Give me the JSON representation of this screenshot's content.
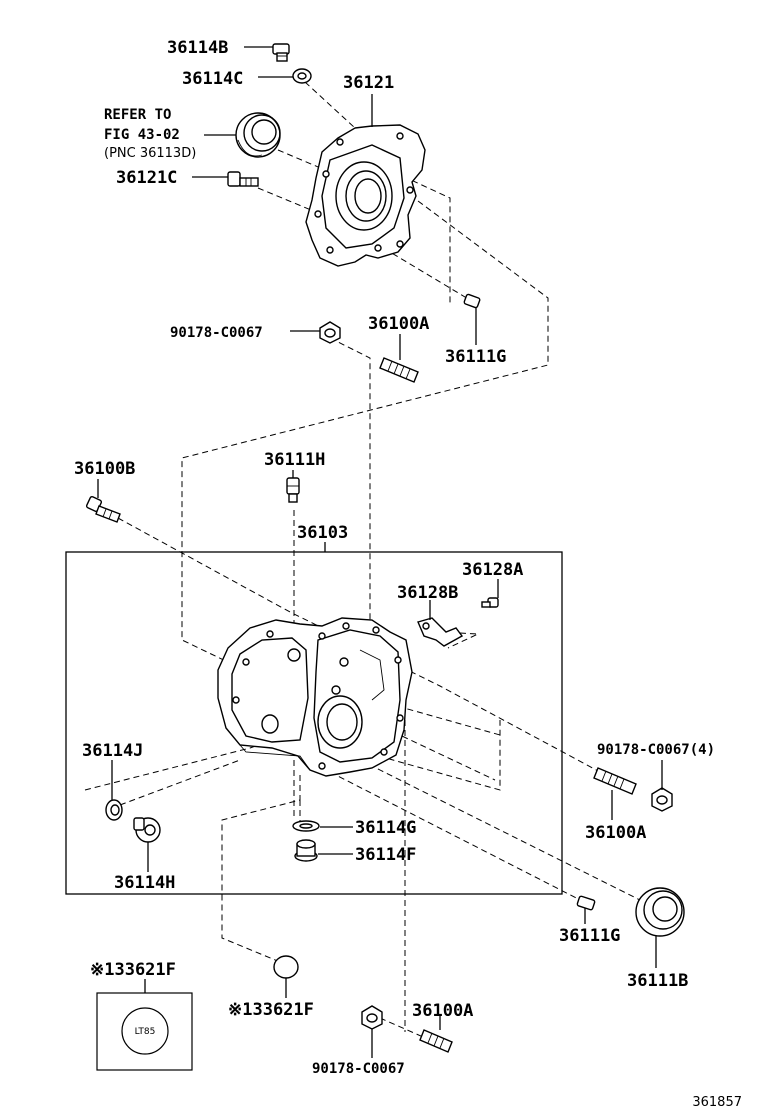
{
  "labels": {
    "p36114B_top": "36114B",
    "p36114C_top": "36114C",
    "p36121": "36121",
    "p36121C": "36121C",
    "p90178_top": "90178-C0067",
    "p36100A_top": "36100A",
    "p36111G_top": "36111G",
    "p36100B": "36100B",
    "p36111H": "36111H",
    "p36103": "36103",
    "p36128A": "36128A",
    "p36128B": "36128B",
    "p36114J": "36114J",
    "p36114G": "36114G",
    "p36114F": "36114F",
    "p36114H": "36114H",
    "p90178_right": "90178-C0067(4)",
    "p36100A_right": "36100A",
    "p36111G_bottom": "36111G",
    "p36111B": "36111B",
    "p33621F_box": "※133621F",
    "p33621F_plug": "※133621F",
    "p36100A_bottom": "36100A",
    "p90178_bottom": "90178-C0067"
  },
  "refer_note": {
    "line1": "REFER TO",
    "line2": "FIG 43-02",
    "line3": "(PNC 36113D)"
  },
  "stamp_text": "LT85",
  "figure_number": "361857"
}
